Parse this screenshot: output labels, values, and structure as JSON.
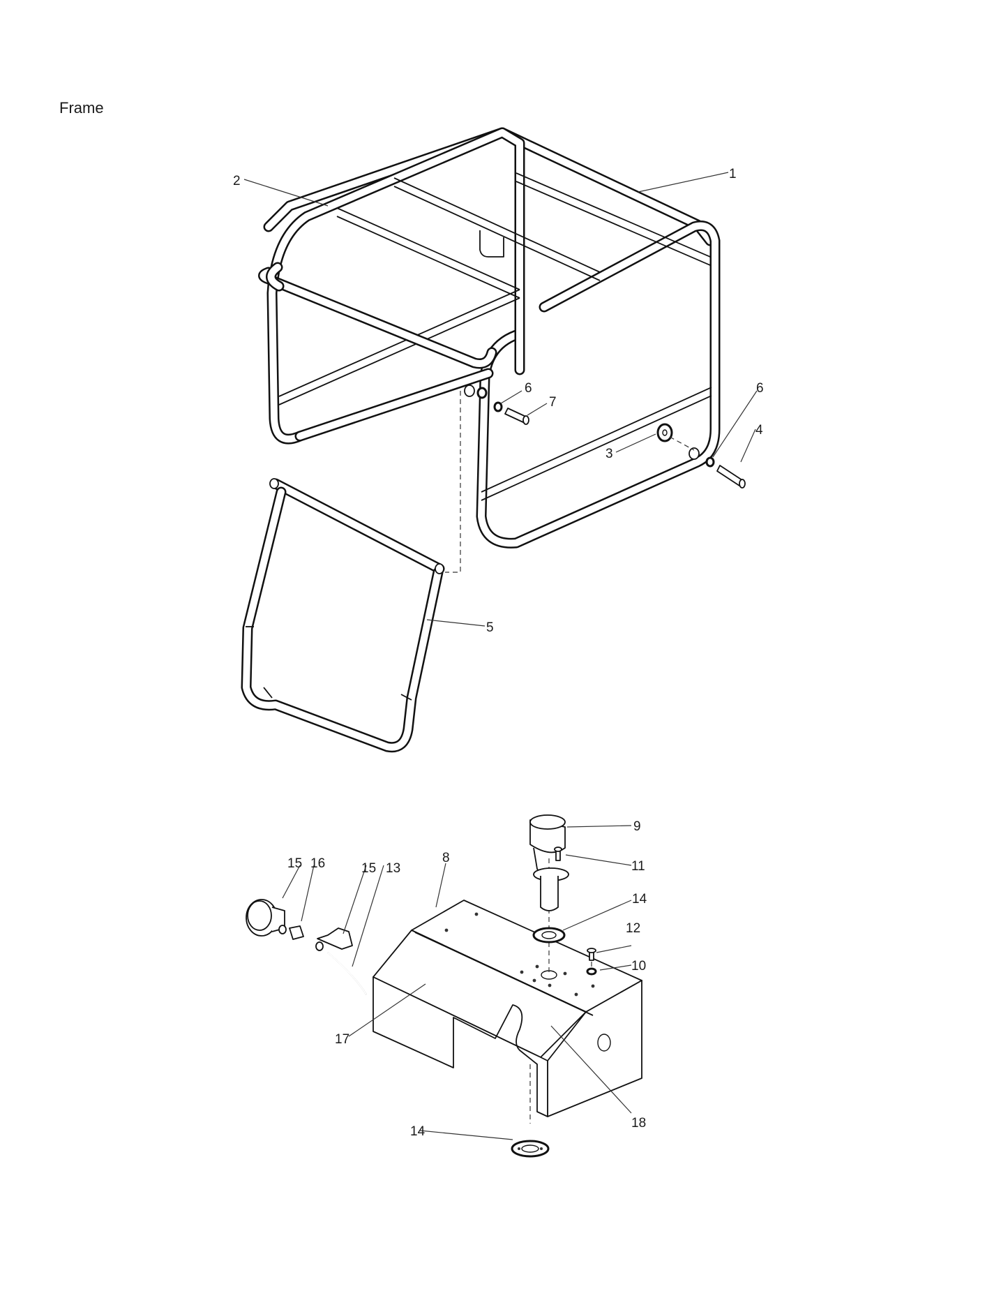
{
  "page": {
    "title": "Frame"
  },
  "callouts": {
    "c1": "1",
    "c2": "2",
    "c3": "3",
    "c4": "4",
    "c5": "5",
    "c6a": "6",
    "c6b": "6",
    "c7": "7",
    "c8": "8",
    "c9": "9",
    "c10": "10",
    "c11": "11",
    "c12": "12",
    "c13": "13",
    "c14a": "14",
    "c14b": "14",
    "c15a": "15",
    "c15b": "15",
    "c16": "16",
    "c17": "17",
    "c18": "18"
  }
}
